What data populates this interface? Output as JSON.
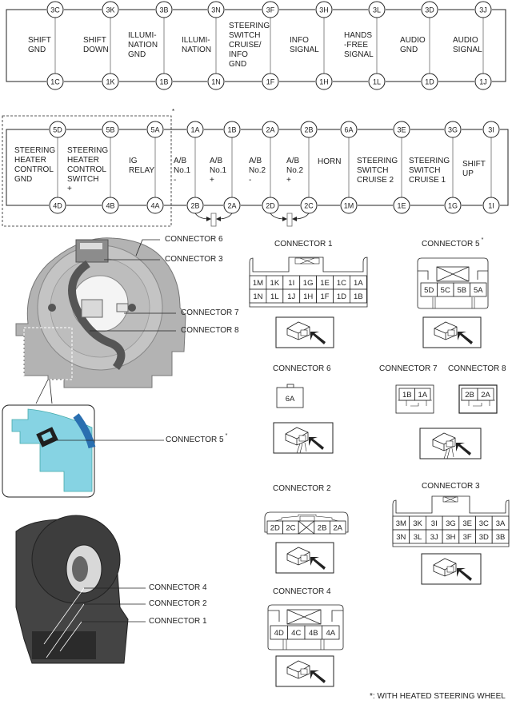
{
  "diagram_top": {
    "top_pins": [
      "3C",
      "3K",
      "3B",
      "3N",
      "3F",
      "3H",
      "3L",
      "3D",
      "3J"
    ],
    "bottom_pins": [
      "1C",
      "1K",
      "1B",
      "1N",
      "1F",
      "1H",
      "1L",
      "1D",
      "1J"
    ],
    "labels": [
      "SHIFT\nGND",
      "SHIFT\nDOWN",
      "ILLUMI-\nNATION\nGND",
      "ILLUMI-\nNATION",
      "STEERING\nSWITCH\nCRUISE/\nINFO\nGND",
      "INFO\nSIGNAL",
      "HANDS\n-FREE\nSIGNAL",
      "AUDIO\nGND",
      "AUDIO\nSIGNAL"
    ]
  },
  "diagram_bottom": {
    "asterisk": "*",
    "top_pins": [
      "5D",
      "5B",
      "5A",
      "1A",
      "1B",
      "2A",
      "2B",
      "6A",
      "3E",
      "3G",
      "3I"
    ],
    "bottom_pins": [
      "4D",
      "4B",
      "4A",
      "2B",
      "2A",
      "2D",
      "2C",
      "1M",
      "1E",
      "1G",
      "1I"
    ],
    "labels": [
      "STEERING\nHEATER\nCONTROL\nGND",
      "STEERING\nHEATER\nCONTROL\nSWITCH\n+",
      "IG\nRELAY",
      "A/B\nNo.1\n-",
      "A/B\nNo.1\n+",
      "A/B\nNo.2\n-",
      "A/B\nNo.2\n+",
      "HORN",
      "STEERING\nSWITCH\nCRUISE 2",
      "STEERING\nSWITCH\nCRUISE 1",
      "SHIFT\nUP"
    ]
  },
  "callouts": {
    "c6": "CONNECTOR 6",
    "c3": "CONNECTOR 3",
    "c7": "CONNECTOR 7",
    "c8": "CONNECTOR 8",
    "c5": "CONNECTOR 5",
    "c4": "CONNECTOR 4",
    "c2": "CONNECTOR 2",
    "c1": "CONNECTOR 1",
    "asterisk": "*"
  },
  "connectors": {
    "connector1": {
      "title": "CONNECTOR 1",
      "row1": [
        "1M",
        "1K",
        "1I",
        "1G",
        "1E",
        "1C",
        "1A"
      ],
      "row2": [
        "1N",
        "1L",
        "1J",
        "1H",
        "1F",
        "1D",
        "1B"
      ]
    },
    "connector5": {
      "title": "CONNECTOR 5",
      "asterisk": "*",
      "pins": [
        "5D",
        "5C",
        "5B",
        "5A"
      ]
    },
    "connector6": {
      "title": "CONNECTOR 6",
      "pins": [
        "6A"
      ]
    },
    "connector7": {
      "title": "CONNECTOR 7",
      "pins": [
        "1B",
        "1A"
      ]
    },
    "connector8": {
      "title": "CONNECTOR 8",
      "pins": [
        "2B",
        "2A"
      ]
    },
    "connector2": {
      "title": "CONNECTOR 2",
      "pins": [
        "2D",
        "2C",
        "",
        "2B",
        "2A"
      ]
    },
    "connector3": {
      "title": "CONNECTOR 3",
      "row1": [
        "3M",
        "3K",
        "3I",
        "3G",
        "3E",
        "3C",
        "3A"
      ],
      "row2": [
        "3N",
        "3L",
        "3J",
        "3H",
        "3F",
        "3D",
        "3B"
      ]
    },
    "connector4": {
      "title": "CONNECTOR 4",
      "pins": [
        "4D",
        "4C",
        "4B",
        "4A"
      ]
    }
  },
  "footnote": "*: WITH HEATED STEERING WHEEL",
  "colors": {
    "line": "#222222",
    "gray_line": "#888888",
    "photo_gray": "#a9a9a9",
    "photo_dark": "#3a3a3a",
    "photo_blue": "#7fd0e0"
  }
}
